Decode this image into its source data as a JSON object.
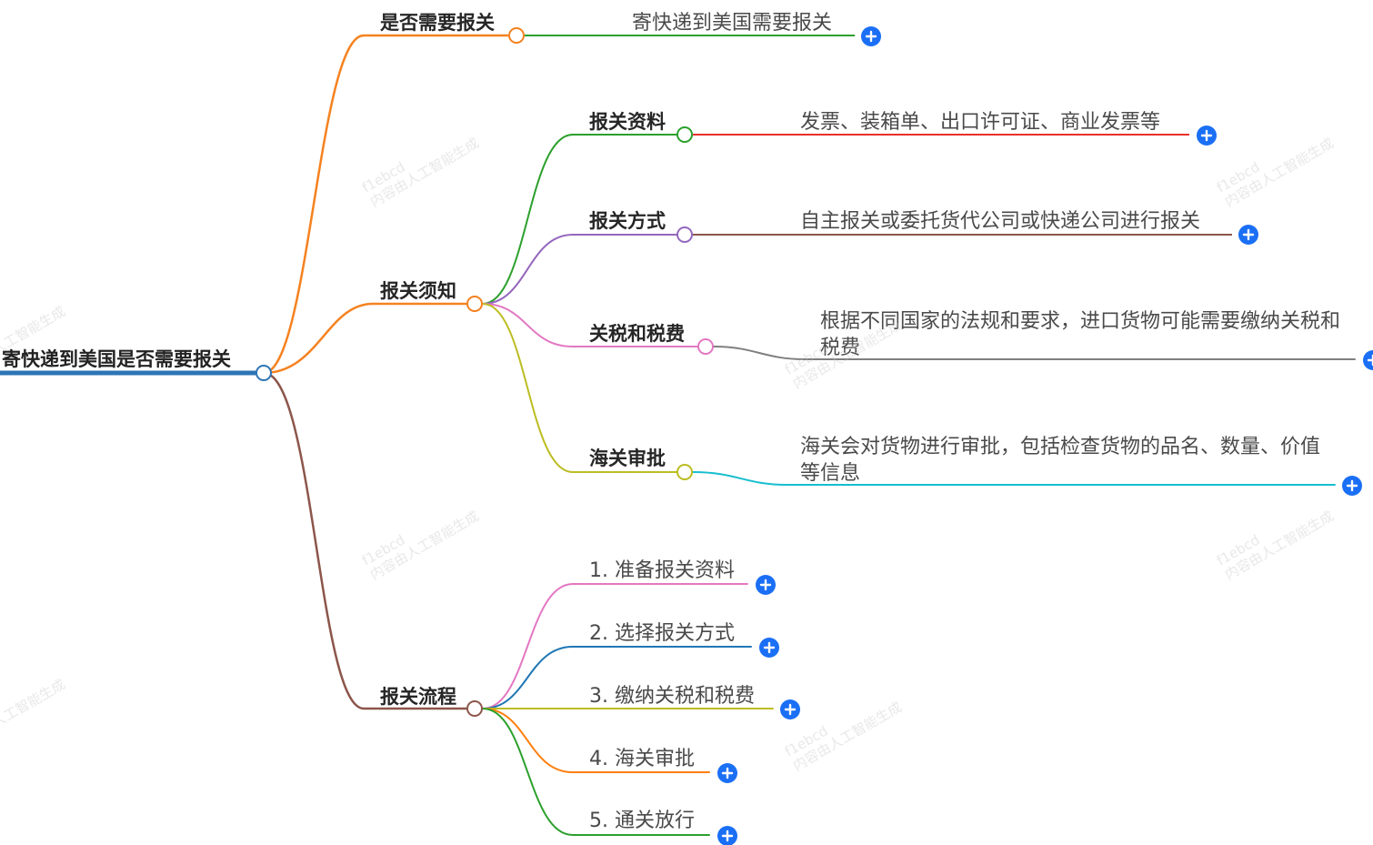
{
  "root": {
    "label": "寄快递到美国是否需要报关",
    "color": "#2e75b6"
  },
  "branches": [
    {
      "id": "need",
      "label": "是否需要报关",
      "color": "#f58220",
      "children": [
        {
          "label": "寄快递到美国需要报关",
          "color": "#2ca02c"
        }
      ]
    },
    {
      "id": "notes",
      "label": "报关须知",
      "color": "#f58220",
      "children": [
        {
          "label": "报关资料",
          "color": "#2ca02c",
          "leaf": {
            "label": "发票、装箱单、出口许可证、商业发票等",
            "color": "#e8302a"
          }
        },
        {
          "label": "报关方式",
          "color": "#9467bd",
          "leaf": {
            "label": "自主报关或委托货代公司或快递公司进行报关",
            "color": "#8c564b"
          }
        },
        {
          "label": "关税和税费",
          "color": "#e377c2",
          "leaf": {
            "label": "根据不同国家的法规和要求，进口货物可能需要缴纳关税和税费",
            "color": "#7f7f7f"
          }
        },
        {
          "label": "海关审批",
          "color": "#bcbd22",
          "leaf": {
            "label": "海关会对货物进行审批，包括检查货物的品名、数量、价值等信息",
            "color": "#17becf"
          }
        }
      ]
    },
    {
      "id": "process",
      "label": "报关流程",
      "color": "#8c564b",
      "children": [
        {
          "label": "1. 准备报关资料",
          "color": "#e377c2"
        },
        {
          "label": "2. 选择报关方式",
          "color": "#1f77b4"
        },
        {
          "label": "3. 缴纳关税和税费",
          "color": "#bcbd22"
        },
        {
          "label": "4. 海关审批",
          "color": "#ff7f0e"
        },
        {
          "label": "5. 通关放行",
          "color": "#2ca02c"
        }
      ]
    }
  ],
  "watermark": {
    "line1": "f1ebcd",
    "line2": "内容由人工智能生成"
  },
  "ui": {
    "expand_color": "#1a6ff5"
  }
}
